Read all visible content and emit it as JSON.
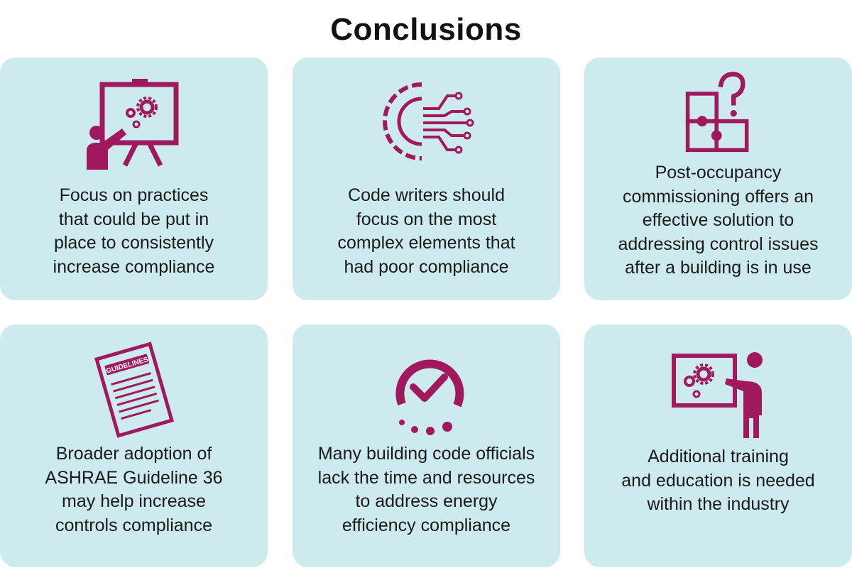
{
  "title": "Conclusions",
  "accent_color": "#a0195f",
  "card_color": "#cdebee",
  "cards": [
    {
      "icon": "presenter-gears-icon",
      "text": "Focus on practices\nthat could be put in\nplace to consistently\nincrease compliance"
    },
    {
      "icon": "gear-circuit-icon",
      "text": "Code writers should\nfocus on the most\ncomplex elements that\nhad poor compliance"
    },
    {
      "icon": "puzzle-question-icon",
      "text": "Post-occupancy\ncommissioning offers an\neffective solution to\naddressing control issues\nafter a building is in use"
    },
    {
      "icon": "guidelines-document-icon",
      "icon_label": "GUIDELINES",
      "text": "Broader adoption of\nASHRAE Guideline 36\nmay help increase\ncontrols compliance"
    },
    {
      "icon": "checkmark-progress-icon",
      "text": "Many building code officials\nlack the time and resources\nto address energy\nefficiency compliance"
    },
    {
      "icon": "trainer-board-icon",
      "text": "Additional training\nand education is needed\nwithin the industry"
    }
  ]
}
